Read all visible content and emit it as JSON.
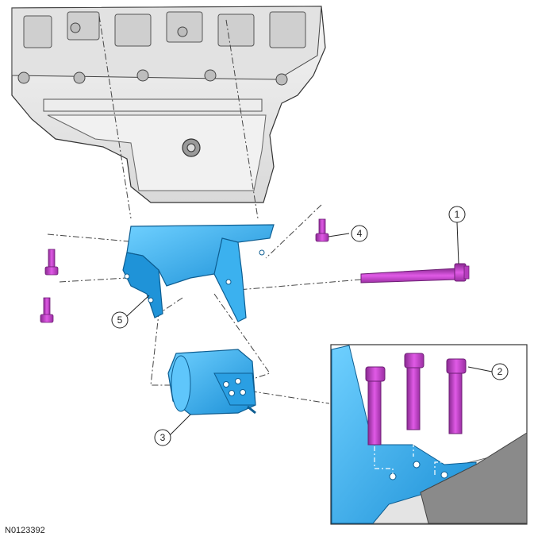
{
  "figure_id": "N0123392",
  "callouts": [
    {
      "label": "1"
    },
    {
      "label": "2"
    },
    {
      "label": "3"
    },
    {
      "label": "4"
    },
    {
      "label": "5"
    }
  ],
  "colors": {
    "bracket": "#2aa8e8",
    "bolt": "#c43fc8",
    "engine": "#e6e6e6",
    "outline": "#333333"
  }
}
